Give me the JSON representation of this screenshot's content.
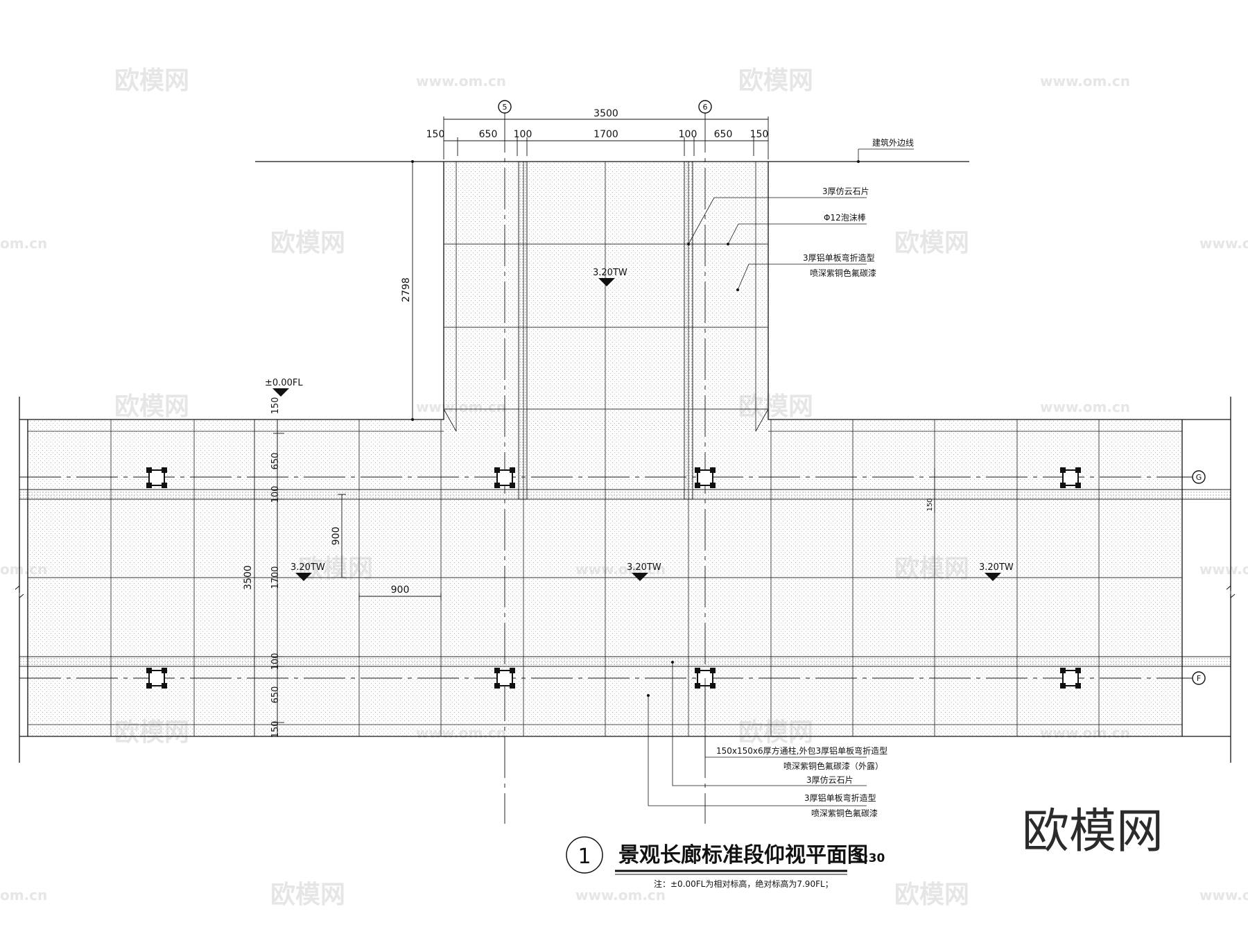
{
  "watermark": {
    "brand": "欧模网",
    "site": "www.om.cn",
    "site_short": "om.cn"
  },
  "axes": {
    "top_left": "5",
    "top_right": "6",
    "right_upper": "G",
    "right_lower": "F"
  },
  "dimensions": {
    "top_total": "3500",
    "top_parts": [
      "150",
      "650",
      "100",
      "1700",
      "100",
      "650",
      "150"
    ],
    "left_height": "2798",
    "left_total": "3500",
    "left_parts": [
      "150",
      "650",
      "100",
      "1700",
      "100",
      "650",
      "150"
    ],
    "grid_v": "900",
    "grid_h": "900",
    "small_right": "150"
  },
  "elevations": {
    "floor": "±0.00FL",
    "ceiling": "3.20TW"
  },
  "labels": {
    "building_line": "建筑外边线",
    "stone_1": "3厚仿云石片",
    "rod": "Φ12泡沫棒",
    "aluminum_a_1": "3厚铝单板弯折造型",
    "aluminum_a_2": "喷深紫铜色氟碳漆",
    "column_1": "150x150x6厚方通柱,外包3厚铝单板弯折造型",
    "column_2": "喷深紫铜色氟碳漆（外露）",
    "stone_2": "3厚仿云石片",
    "aluminum_b_1": "3厚铝单板弯折造型",
    "aluminum_b_2": "喷深紫铜色氟碳漆"
  },
  "title": {
    "number": "1",
    "text": "景观长廊标准段仰视平面图",
    "scale": "1:30",
    "note": "注：±0.00FL为相对标高，绝对标高为7.90FL；"
  }
}
